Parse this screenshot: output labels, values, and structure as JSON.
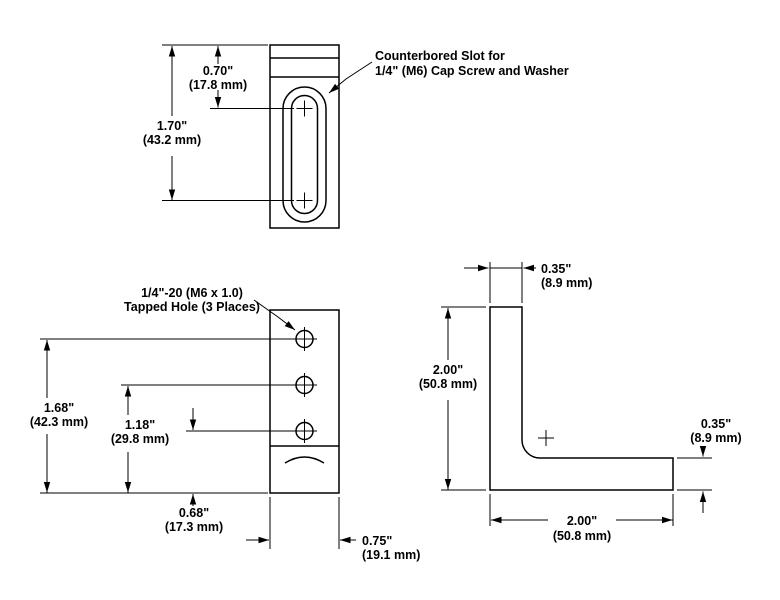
{
  "top_view": {
    "callout": {
      "line1": "Counterbored Slot for",
      "line2": "1/4\" (M6) Cap Screw and Washer"
    },
    "dim_070": {
      "in": "0.70\"",
      "mm": "(17.8 mm)"
    },
    "dim_170": {
      "in": "1.70\"",
      "mm": "(43.2 mm)"
    }
  },
  "front_view": {
    "callout": {
      "line1": "1/4\"-20 (M6 x 1.0)",
      "line2": "Tapped Hole (3 Places)"
    },
    "dim_168": {
      "in": "1.68\"",
      "mm": "(42.3 mm)"
    },
    "dim_118": {
      "in": "1.18\"",
      "mm": "(29.8 mm)"
    },
    "dim_068": {
      "in": "0.68\"",
      "mm": "(17.3 mm)"
    },
    "dim_075": {
      "in": "0.75\"",
      "mm": "(19.1 mm)"
    }
  },
  "side_view": {
    "dim_top_035": {
      "in": "0.35\"",
      "mm": "(8.9 mm)"
    },
    "dim_height": {
      "in": "2.00\"",
      "mm": "(50.8 mm)"
    },
    "dim_length": {
      "in": "2.00\"",
      "mm": "(50.8 mm)"
    },
    "dim_right_035": {
      "in": "0.35\"",
      "mm": "(8.9 mm)"
    }
  }
}
